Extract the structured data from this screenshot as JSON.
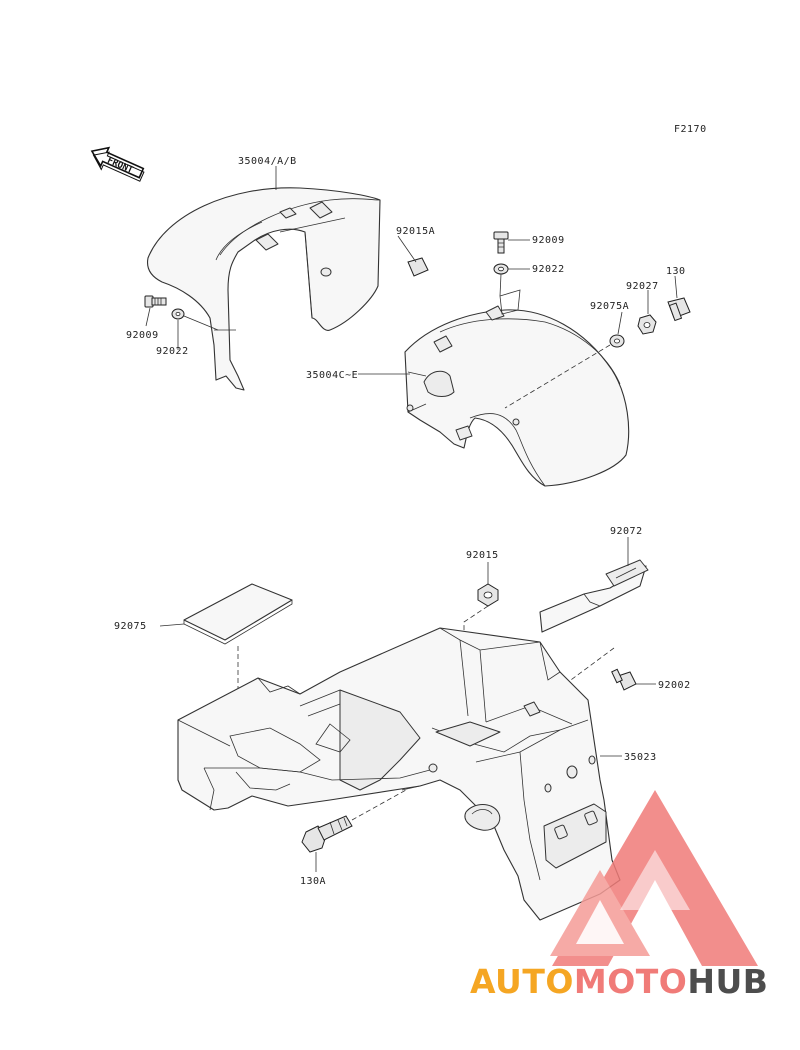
{
  "figure": {
    "code": "F2170",
    "front_arrow_text": "FRONT"
  },
  "labels": {
    "p35004ab": "35004/A/B",
    "p92015a": "92015A",
    "p92009_top": "92009",
    "p92022_top": "92022",
    "p92027": "92027",
    "p130": "130",
    "p92075a": "92075A",
    "p92009_left": "92009",
    "p92022_left": "92022",
    "p35004ce": "35004C~E",
    "p92072": "92072",
    "p92015": "92015",
    "p92075": "92075",
    "p92002": "92002",
    "p35023": "35023",
    "p130a": "130A"
  },
  "watermark": {
    "part1": "AUTO",
    "part2": "MOTO",
    "part3": "HUB",
    "colors": {
      "auto": "#f5a623",
      "moto": "#f07b78",
      "hub": "#4d4d4d",
      "logo": "#f07b78"
    }
  }
}
